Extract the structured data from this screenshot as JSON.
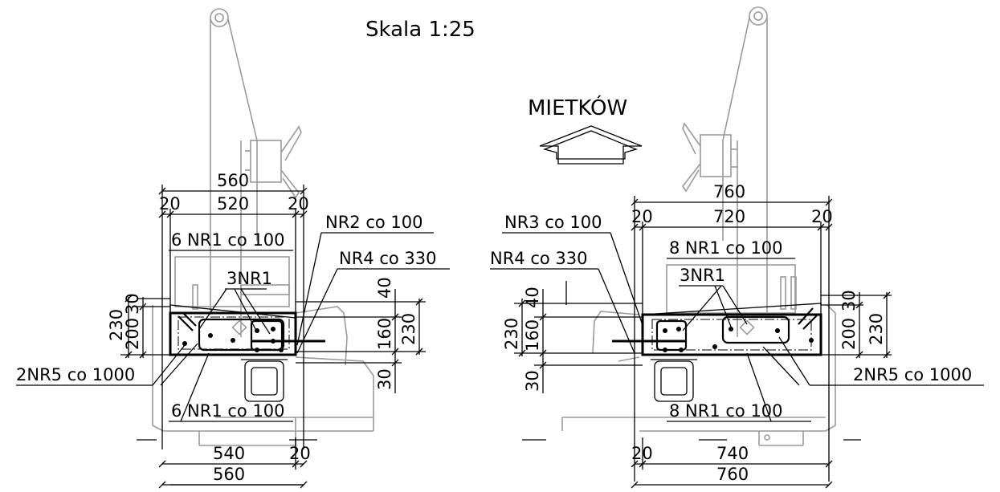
{
  "title": "Skala  1:25",
  "direction": {
    "label": "MIETKÓW",
    "icon": "arrow-up-outline-icon"
  },
  "left": {
    "dims_top": [
      "560",
      "520",
      "20",
      "20"
    ],
    "dims_bottom": [
      "540",
      "20",
      "560"
    ],
    "dims_left": [
      "230",
      "200",
      "30"
    ],
    "dims_right": [
      "40",
      "160",
      "230",
      "30"
    ],
    "labels": {
      "nr2": "NR2 co 100",
      "nr4": "NR4 co 330",
      "nr1_top": "6 NR1 co 100",
      "nr1_3": "3NR1",
      "nr5": "2NR5 co 1000",
      "nr1_bottom": "6 NR1 co 100"
    }
  },
  "right": {
    "dims_top": [
      "760",
      "720",
      "20",
      "20"
    ],
    "dims_bottom": [
      "740",
      "20",
      "760"
    ],
    "dims_left": [
      "230",
      "160",
      "40",
      "30"
    ],
    "dims_right": [
      "200",
      "30",
      "230"
    ],
    "labels": {
      "nr3": "NR3 co 100",
      "nr4": "NR4 co 330",
      "nr1_top": "8 NR1 co 100",
      "nr1_3": "3NR1",
      "nr5": "2NR5 co 1000",
      "nr1_bottom": "8 NR1 co 100"
    }
  }
}
